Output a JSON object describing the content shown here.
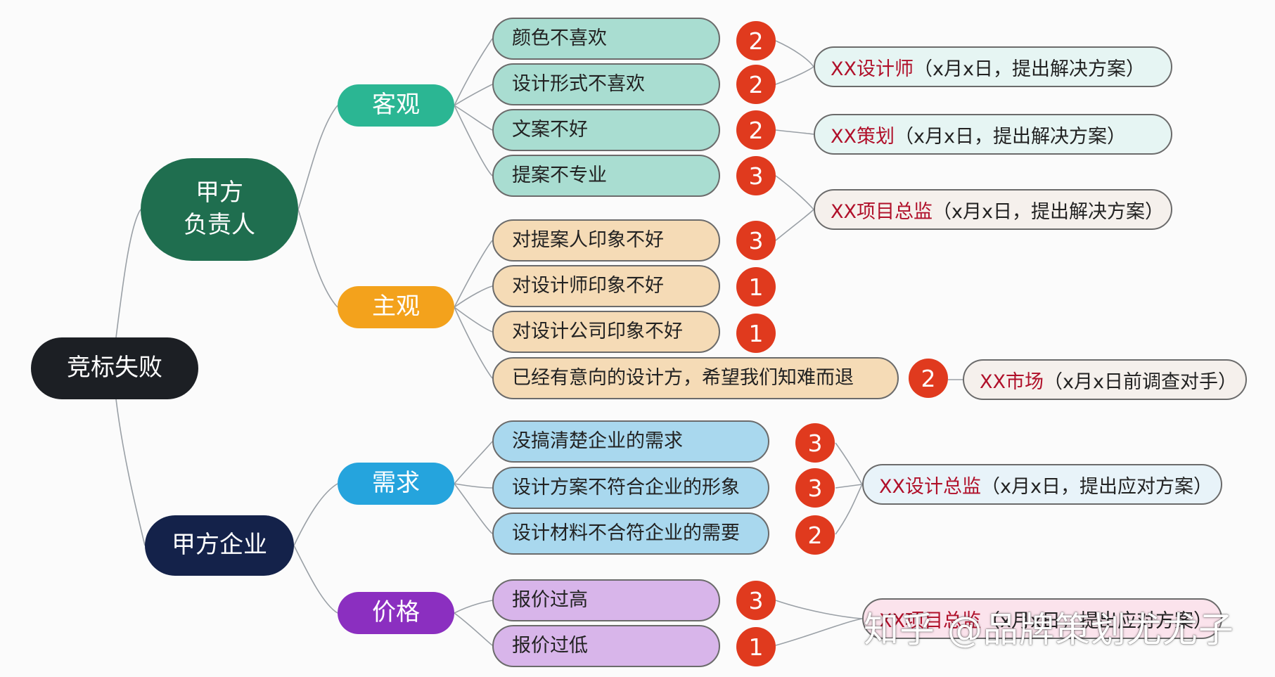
{
  "colors": {
    "root": "#1c1f24",
    "party_head": "#1f6e4f",
    "party_company": "#14224a",
    "objective": "#2bb693",
    "subjective": "#f3a21c",
    "demand": "#25a4dd",
    "price": "#8b2fc0",
    "objective_leaf": "#a9ddd1",
    "subjective_leaf": "#f5dbb6",
    "demand_leaf": "#a9d8ee",
    "price_leaf": "#d8b5ea",
    "owner_fill": "#e6f5f3",
    "badge": "#e03a1e"
  },
  "mindmap": {
    "root": "竞标失败",
    "branches": [
      {
        "name": "甲方\n负责人",
        "groups": [
          {
            "name": "客观",
            "items": [
              {
                "text": "颜色不喜欢",
                "score": "2"
              },
              {
                "text": "设计形式不喜欢",
                "score": "2"
              },
              {
                "text": "文案不好",
                "score": "2"
              },
              {
                "text": "提案不专业",
                "score": "3"
              }
            ]
          },
          {
            "name": "主观",
            "items": [
              {
                "text": "对提案人印象不好",
                "score": "3"
              },
              {
                "text": "对设计师印象不好",
                "score": "1"
              },
              {
                "text": "对设计公司印象不好",
                "score": "1"
              },
              {
                "text": "已经有意向的设计方，希望我们知难而退",
                "score": "2"
              }
            ]
          }
        ]
      },
      {
        "name": "甲方企业",
        "groups": [
          {
            "name": "需求",
            "items": [
              {
                "text": "没搞清楚企业的需求",
                "score": "3"
              },
              {
                "text": "设计方案不符合企业的形象",
                "score": "3"
              },
              {
                "text": "设计材料不合符企业的需要",
                "score": "2"
              }
            ]
          },
          {
            "name": "价格",
            "items": [
              {
                "text": "报价过高",
                "score": "3"
              },
              {
                "text": "报价过低",
                "score": "1"
              }
            ]
          }
        ]
      }
    ],
    "owners": [
      {
        "who": "XX设计师",
        "note": "（x月x日，提出解决方案）"
      },
      {
        "who": "XX策划",
        "note": "（x月x日，提出解决方案）"
      },
      {
        "who": "XX项目总监",
        "note": "（x月x日，提出解决方案）"
      },
      {
        "who": "XX市场",
        "note": "（x月x日前调查对手）"
      },
      {
        "who": "XX设计总监",
        "note": "（x月x日，提出应对方案）"
      },
      {
        "who": "XX项目总监",
        "note": "（x月x日，提出应对方案）"
      }
    ]
  },
  "watermark": "知乎 @品牌策划尤尤子"
}
